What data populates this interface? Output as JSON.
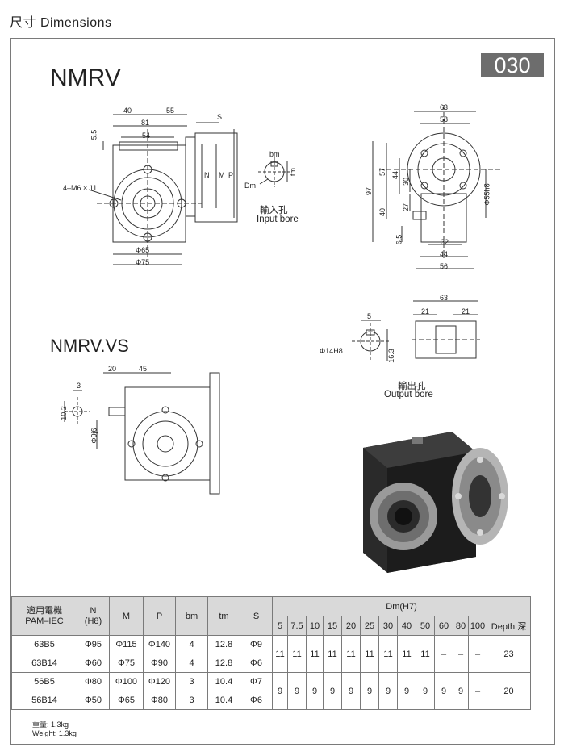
{
  "header": {
    "title": "尺寸 Dimensions"
  },
  "badge": "030",
  "drawings": {
    "nmrv_title": "NMRV",
    "nmrv_vs_title": "NMRV.VS",
    "front": {
      "d40": "40",
      "d55": "55",
      "d81": "81",
      "d54": "54",
      "d5_5": "5.5",
      "S": "S",
      "N": "N",
      "M": "M",
      "P": "P",
      "screws": "4–M6 × 11",
      "phi65": "Φ65",
      "phi75": "Φ75"
    },
    "input_bore": {
      "bm": "bm",
      "tm": "tm",
      "Dm": "Dm",
      "caption_cn": "輸入孔",
      "caption_en": "Input bore"
    },
    "side": {
      "d63": "63",
      "d58": "58",
      "d97": "97",
      "d57": "57",
      "d44v": "44",
      "d30": "30",
      "d40": "40",
      "d27": "27",
      "d6_5": "6.5",
      "d32": "32",
      "d44h": "44",
      "d56": "56",
      "phi55": "Φ55h8"
    },
    "output_bore": {
      "d5": "5",
      "phi14": "Φ14H8",
      "d16_3": "16.3",
      "d63": "63",
      "d21a": "21",
      "d21b": "21",
      "caption_cn": "輸出孔",
      "caption_en": "Output bore"
    },
    "vs": {
      "d20": "20",
      "d45": "45",
      "d3": "3",
      "d10_2": "10.2",
      "phi9": "Φ9j6"
    }
  },
  "table": {
    "h_motor": "適用電機\nPAM–IEC",
    "h_N": "N\n(H8)",
    "h_M": "M",
    "h_P": "P",
    "h_bm": "bm",
    "h_tm": "tm",
    "h_S": "S",
    "h_Dm": "Dm(H7)",
    "dm_cols": [
      "5",
      "7.5",
      "10",
      "15",
      "20",
      "25",
      "30",
      "40",
      "50",
      "60",
      "80",
      "100"
    ],
    "h_depth": "Depth 深",
    "rows": [
      {
        "motor": "63B5",
        "N": "Φ95",
        "M": "Φ115",
        "P": "Φ140",
        "bm": "4",
        "tm": "12.8",
        "S": "Φ9"
      },
      {
        "motor": "63B14",
        "N": "Φ60",
        "M": "Φ75",
        "P": "Φ90",
        "bm": "4",
        "tm": "12.8",
        "S": "Φ6"
      },
      {
        "motor": "56B5",
        "N": "Φ80",
        "M": "Φ100",
        "P": "Φ120",
        "bm": "3",
        "tm": "10.4",
        "S": "Φ7"
      },
      {
        "motor": "56B14",
        "N": "Φ50",
        "M": "Φ65",
        "P": "Φ80",
        "bm": "3",
        "tm": "10.4",
        "S": "Φ6"
      }
    ],
    "group1": {
      "dm": [
        "11",
        "11",
        "11",
        "11",
        "11",
        "11",
        "11",
        "11",
        "11",
        "–",
        "–",
        "–"
      ],
      "depth": "23"
    },
    "group2": {
      "dm": [
        "9",
        "9",
        "9",
        "9",
        "9",
        "9",
        "9",
        "9",
        "9",
        "9",
        "9",
        "–"
      ],
      "depth": "20"
    }
  },
  "weight": {
    "cn": "重量: 1.3kg",
    "en": "Weight: 1.3kg"
  }
}
